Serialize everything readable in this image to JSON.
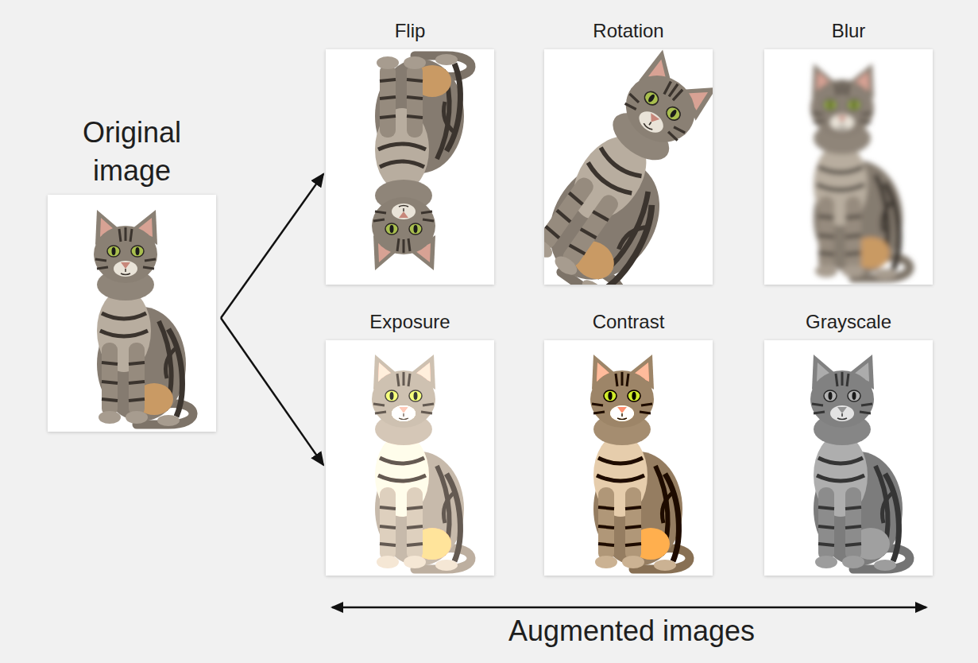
{
  "diagram": {
    "nodes": [
      {
        "text": [
          "Original image"
        ]
      },
      {
        "text": [
          "Flip"
        ]
      },
      {
        "text": [
          "Rotation"
        ]
      },
      {
        "text": [
          "Blur"
        ]
      },
      {
        "text": [
          "Exposure"
        ]
      },
      {
        "text": [
          "Contrast"
        ]
      },
      {
        "text": [
          "Grayscale"
        ]
      }
    ],
    "edges": [
      {
        "from": 0,
        "to": 1,
        "arrow": "to"
      },
      {
        "from": 0,
        "to": 4,
        "arrow": "to"
      }
    ],
    "labels": [
      "Augmented images"
    ]
  }
}
